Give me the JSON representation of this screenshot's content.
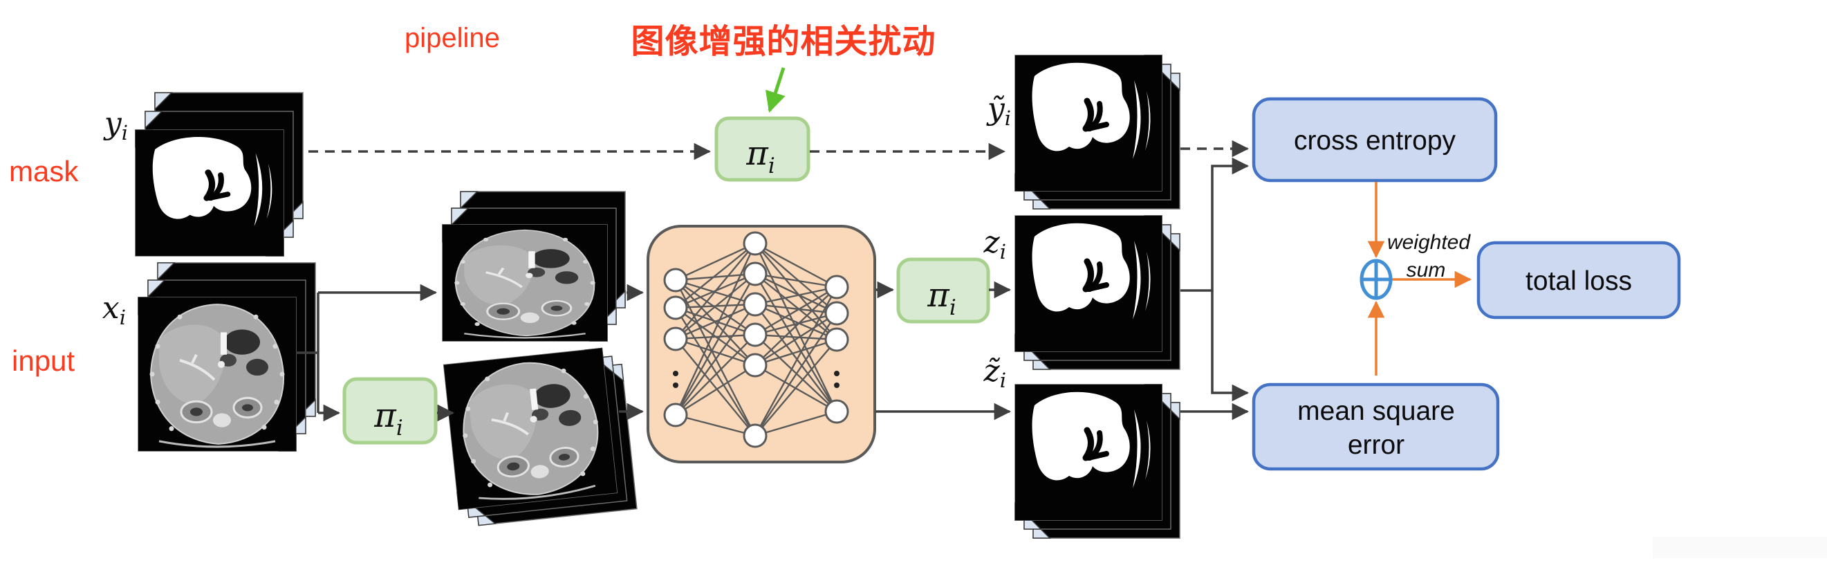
{
  "labels": {
    "pipeline": "pipeline",
    "augmentation": "图像增强的相关扰动",
    "mask": "mask",
    "input": "input"
  },
  "math": {
    "y": {
      "base": "y",
      "sub": "i"
    },
    "x": {
      "base": "x",
      "sub": "i"
    },
    "y_tilde": {
      "base": "ỹ",
      "sub": "i"
    },
    "z": {
      "base": "z",
      "sub": "i"
    },
    "z_tilde": {
      "base": "z̃",
      "sub": "i"
    },
    "pi": {
      "base": "π",
      "sub": "i"
    }
  },
  "boxes": {
    "cross_entropy": "cross entropy",
    "mean_square_line1": "mean square",
    "mean_square_line2": "error",
    "total_loss": "total loss"
  },
  "weighted_sum": {
    "line1": "weighted",
    "line2": "sum"
  },
  "colors": {
    "annotation_red": "#f93b1f",
    "pi_box_fill": "#d9ead3",
    "pi_box_stroke": "#a9d18e",
    "nn_fill": "#f9d9b9",
    "nn_stroke": "#595959",
    "loss_box_fill": "#ccd9f0",
    "loss_box_stroke": "#4472c4",
    "arrow_dark": "#3f3f3f",
    "arrow_orange": "#ed7d31",
    "green_arrow": "#5ec22e",
    "plus_node_blue": "#418fd4",
    "corner_blue": "#dbe5f2"
  }
}
